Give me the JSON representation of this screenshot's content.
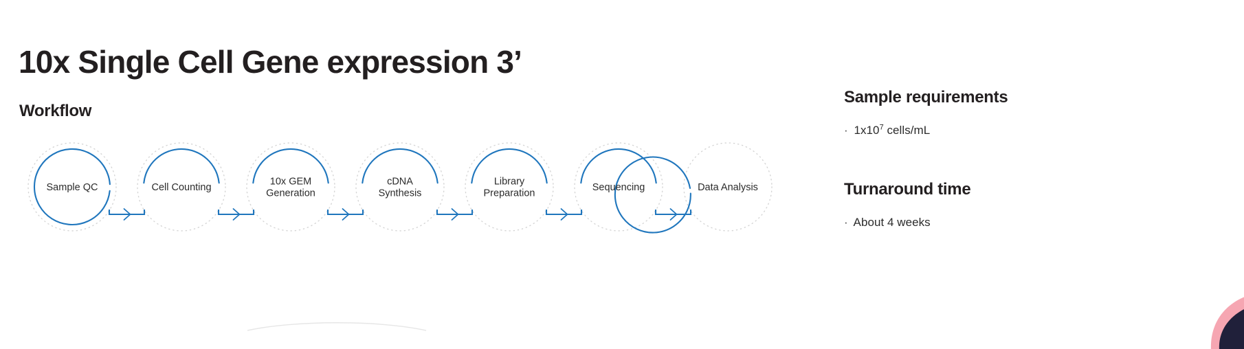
{
  "page": {
    "title": "10x Single Cell Gene expression 3’",
    "accent_color": "#1f76bd",
    "dotted_ring_color": "#d5d5d5",
    "text_color": "#2b2b2b",
    "heading_color": "#231f20",
    "background": "#ffffff"
  },
  "workflow": {
    "heading": "Workflow",
    "steps": [
      {
        "label": "Sample QC",
        "lines": [
          "Sample QC"
        ]
      },
      {
        "label": "Cell Counting",
        "lines": [
          "Cell Counting"
        ]
      },
      {
        "label": "10x GEM Generation",
        "lines": [
          "10x GEM",
          "Generation"
        ]
      },
      {
        "label": "cDNA Synthesis",
        "lines": [
          "cDNA",
          "Synthesis"
        ]
      },
      {
        "label": "Library Preparation",
        "lines": [
          "Library",
          "Preparation"
        ]
      },
      {
        "label": "Sequencing",
        "lines": [
          "Sequencing"
        ]
      },
      {
        "label": "Data Analysis",
        "lines": [
          "Data Analysis"
        ]
      }
    ],
    "connector_count": 6
  },
  "info": {
    "sample_requirements": {
      "heading": "Sample requirements",
      "items": [
        {
          "bullet": "·",
          "text_before": " 1x10",
          "superscript": "7",
          "text_after": " cells/mL"
        }
      ]
    },
    "turnaround_time": {
      "heading": "Turnaround time",
      "items": [
        {
          "bullet": "·",
          "text": " About 4 weeks"
        }
      ]
    }
  },
  "decor": {
    "corner_shape_dark": "#20203a",
    "corner_shape_pink": "#f6a6b2"
  }
}
